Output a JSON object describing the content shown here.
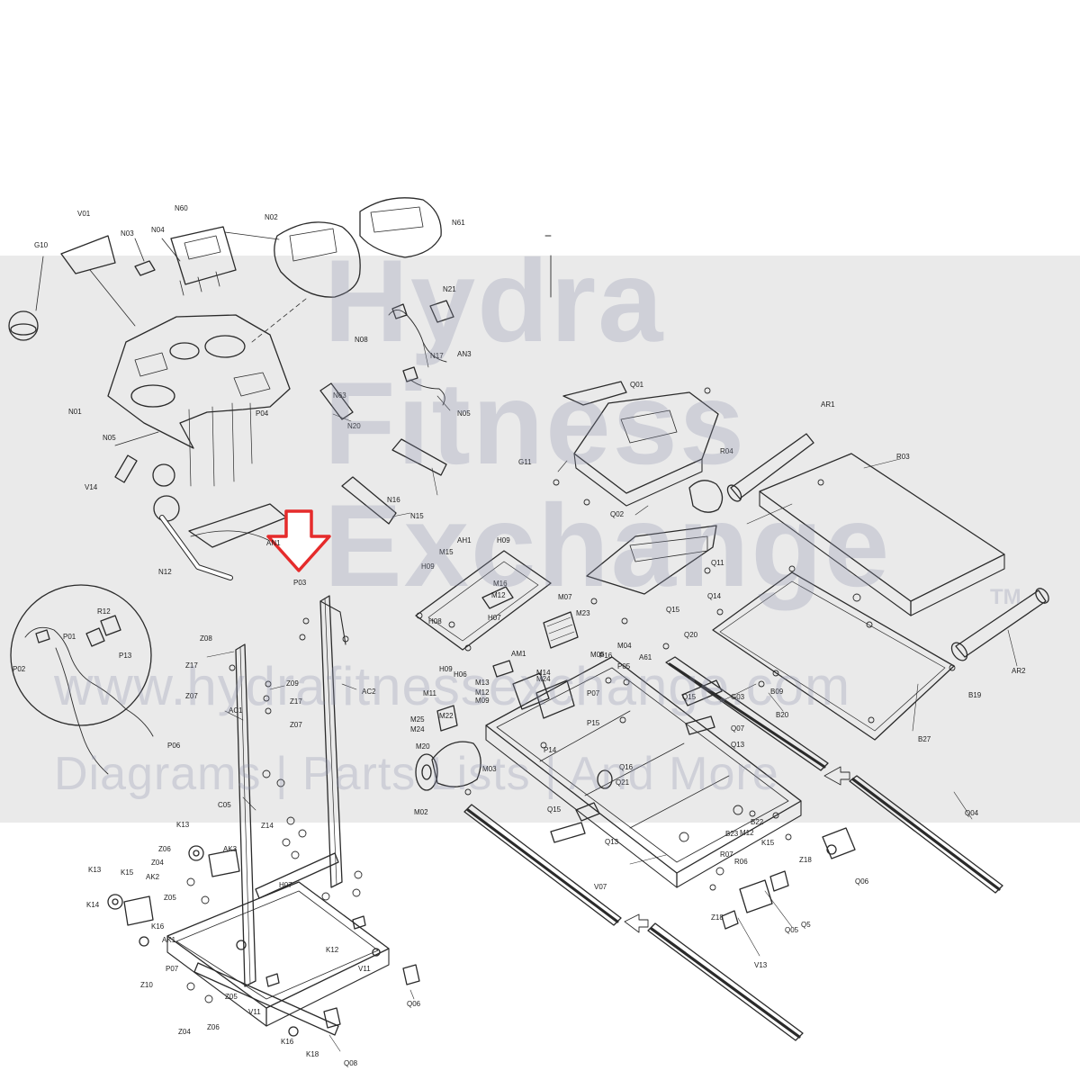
{
  "watermark": {
    "line1": "Hydra",
    "line2": "Fitness",
    "line3": "Exchange",
    "tm": "TM",
    "url": "www.hydrafitnessexchange.com",
    "tagline": "Diagrams | Parts Lists | And More"
  },
  "highlight_arrow": {
    "color": "#e52b2b",
    "target_label": "P03"
  },
  "part_labels": [
    "G10",
    "V01",
    "N03",
    "N04",
    "N60",
    "N02",
    "N61",
    "N01",
    "N05",
    "P04",
    "V14",
    "N21",
    "N17",
    "AN3",
    "N08",
    "N63",
    "N20",
    "N05",
    "N16",
    "N15",
    "AN1",
    "N12",
    "P03",
    "R12",
    "P01",
    "P13",
    "P02",
    "P06",
    "Z08",
    "Z17",
    "Z07",
    "Z09",
    "Z17",
    "Z07",
    "AC1",
    "AC2",
    "C05",
    "Z14",
    "K13",
    "AK3",
    "Z06",
    "Z04",
    "K13",
    "K15",
    "AK2",
    "Z05",
    "K14",
    "K16",
    "AK1",
    "H07",
    "K12",
    "V11",
    "P07",
    "Z10",
    "Z04",
    "Z06",
    "Z05",
    "V11",
    "Q06",
    "K16",
    "K18",
    "Q08",
    "Q01",
    "R04",
    "AR1",
    "R03",
    "G11",
    "Q02",
    "AH1",
    "H09",
    "M15",
    "M16",
    "M12",
    "M07",
    "H09",
    "H08",
    "H07",
    "Q11",
    "Q14",
    "Q15",
    "M23",
    "Q20",
    "H09",
    "H06",
    "M13",
    "M12",
    "M09",
    "M24",
    "M14",
    "AM1",
    "M04",
    "M05",
    "P16",
    "P05",
    "P07",
    "A61",
    "M11",
    "M25",
    "M24",
    "M20",
    "M22",
    "M02",
    "M03",
    "P14",
    "P15",
    "G03",
    "B09",
    "B20",
    "Q15",
    "Q07",
    "Q13",
    "Q16",
    "Q21",
    "Q15",
    "Q13",
    "B22",
    "B23",
    "M12",
    "K15",
    "Z18",
    "V07",
    "Q04",
    "Q06",
    "R07",
    "R06",
    "Z18",
    "V13",
    "Q05",
    "Q5",
    "B19",
    "AR2",
    "B27"
  ]
}
